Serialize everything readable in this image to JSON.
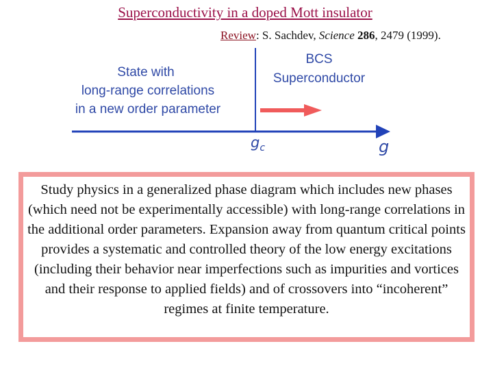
{
  "title": "Superconductivity in a doped Mott insulator",
  "review": {
    "label": "Review",
    "authors": ": S. Sachdev, ",
    "journal": "Science",
    "volume": "286",
    "rest": ", 2479 (1999)."
  },
  "diagram": {
    "left_label": [
      "State with",
      "long-range correlations",
      "in a new order parameter"
    ],
    "right_label": [
      "BCS",
      "Superconductor"
    ],
    "critical_point_label": "g",
    "critical_point_subscript": "c",
    "axis_label": "g",
    "colors": {
      "text": "#2f49a6",
      "axis": "#2142b8",
      "arrow": "#f05b5b",
      "box_border": "#f39b9b"
    }
  },
  "body_text": "Study physics in a generalized phase diagram which includes new phases (which need not be experimentally accessible) with long-range correlations in the additional order parameters. Expansion away from quantum critical points provides a systematic and controlled theory of the low energy excitations (including their behavior near imperfections such as impurities and vortices and their response to applied fields) and of crossovers into “incoherent” regimes at finite temperature."
}
